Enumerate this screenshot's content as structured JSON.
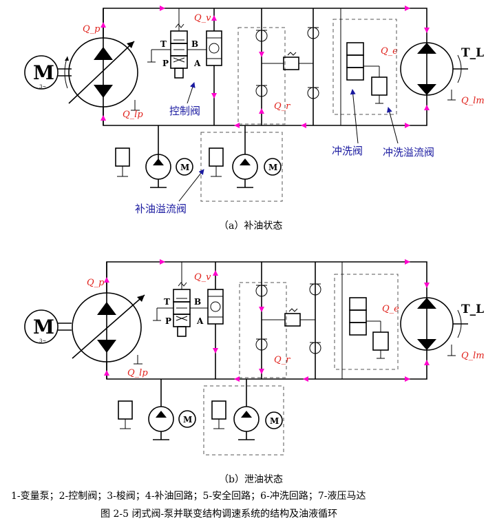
{
  "diagram_a": {
    "caption": "（a）补油状态",
    "labels": {
      "q_p": "Q_p",
      "q_v": "Q_v",
      "q_r": "Q_r",
      "q_e": "Q_e",
      "q_lp": "Q_lp",
      "q_lm": "Q_lm",
      "torque": "T_L",
      "motor": "M",
      "motor_sub": "3~",
      "port_t": "T",
      "port_b": "B",
      "port_p": "P",
      "port_a": "A",
      "control_valve": "控制阀",
      "flush_valve": "冲洗阀",
      "flush_relief_valve": "冲洗溢流阀",
      "charge_relief_valve": "补油溢流阀"
    }
  },
  "diagram_b": {
    "caption": "（b）泄油状态",
    "labels": {
      "q_p": "Q_p",
      "q_v": "Q_v",
      "q_r": "Q_r",
      "q_e": "Q_e",
      "q_lp": "Q_lp",
      "q_lm": "Q_lm",
      "torque": "T_L",
      "motor": "M",
      "motor_sub": "3~",
      "port_t": "T",
      "port_b": "B",
      "port_p": "P",
      "port_a": "A"
    }
  },
  "legend": "1-变量泵；2-控制阀；3-梭阀；4-补油回路；5-安全回路；6-冲洗回路；7-液压马达",
  "figure_title": "图 2-5 闭式阀-泵并联变结构调速系统的结构及油液循环",
  "colors": {
    "flow_arrow": "#ff00cc",
    "flow_label": "#e0201a",
    "annotation": "#1a1aa0"
  }
}
